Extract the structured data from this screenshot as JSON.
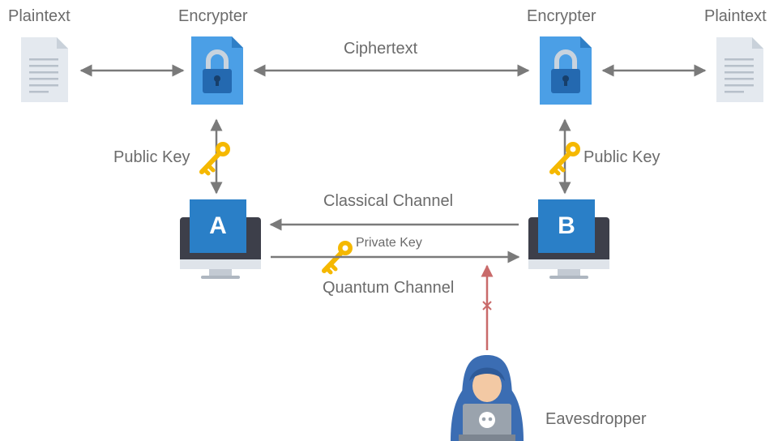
{
  "nodes": {
    "plaintext_left": "Plaintext",
    "encrypter_left": "Encrypter",
    "encrypter_right": "Encrypter",
    "plaintext_right": "Plaintext",
    "computer_a": "A",
    "computer_b": "B",
    "eavesdropper": "Eavesdropper"
  },
  "edges": {
    "ciphertext": "Ciphertext",
    "public_key_left": "Public Key",
    "public_key_right": "Public Key",
    "classical_channel": "Classical Channel",
    "quantum_channel": "Quantum Channel",
    "private_key": "Private Key"
  },
  "colors": {
    "arrow": "#7a7a7a",
    "attack_arrow": "#c96a6a",
    "encrypter_blue": "#4b9fe6",
    "monitor_screen": "#2a7fc7",
    "monitor_frame": "#3d3f4a",
    "key_gold": "#f5b800",
    "document": "#e4e9ef",
    "hood": "#3b6db3"
  },
  "icons": {
    "document": "document-icon",
    "encrypter": "lock-file-icon",
    "computer": "monitor-icon",
    "key": "key-icon",
    "hacker": "hacker-icon"
  }
}
